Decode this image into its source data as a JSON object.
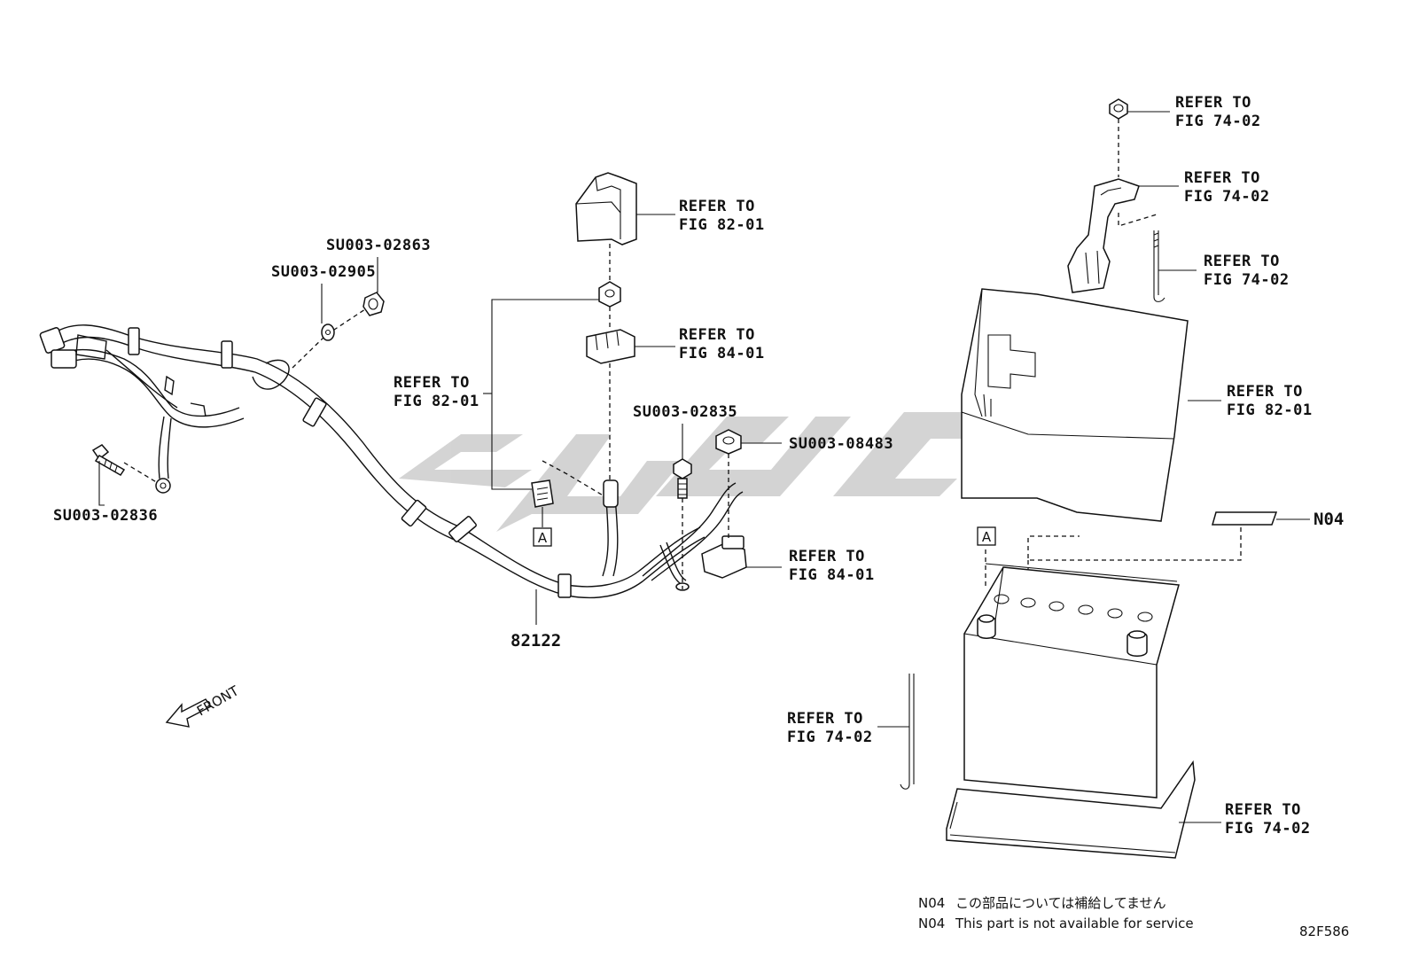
{
  "diagram": {
    "figure_code": "82F586",
    "part_number": "82122",
    "front_label": "FRONT",
    "callouts": {
      "su_02863": "SU003-02863",
      "su_02905": "SU003-02905",
      "su_02836": "SU003-02836",
      "su_02835": "SU003-02835",
      "su_08483": "SU003-08483",
      "n04": "N04"
    },
    "refs": {
      "refer_to": "REFER TO",
      "fig_82_01": "FIG 82-01",
      "fig_84_01": "FIG 84-01",
      "fig_74_02": "FIG 74-02"
    },
    "markers": {
      "a": "A"
    },
    "notes": [
      {
        "code": "N04",
        "text": "この部品については補給してません"
      },
      {
        "code": "N04",
        "text": "This part is not available for service"
      }
    ]
  }
}
